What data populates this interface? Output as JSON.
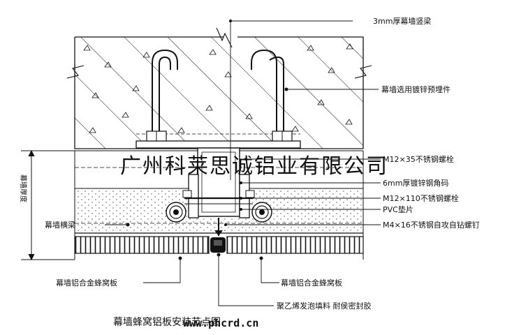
{
  "labels": {
    "mullion": "3mm厚幕墙竖梁",
    "embedded_part": "幕墙选用镀锌预埋件",
    "bolt_m12x35": "M12×35不锈钢螺栓",
    "angle_code": "6mm厚镀锌钢角码",
    "bolt_m12x110": "M12×110不锈钢螺栓",
    "pvc_gasket": "PVC垫片",
    "screw_m4x16": "M4×16不锈钢自攻自钻螺钉",
    "wall_thickness": "幕墙厚度",
    "transom": "幕墙横梁",
    "honeycomb_left": "幕墙铝合金蜂窝板",
    "honeycomb_right": "幕墙铝合金蜂窝板",
    "foam_sealant": "聚乙烯发泡填料  耐侯密封胶"
  },
  "watermark": "广州科莱思诚铝业有限公司",
  "caption": "幕墙蜂窝铝板安装节点图",
  "url_watermark": "www.phcrd.cn",
  "colors": {
    "line": "#111111",
    "background": "#ffffff"
  }
}
